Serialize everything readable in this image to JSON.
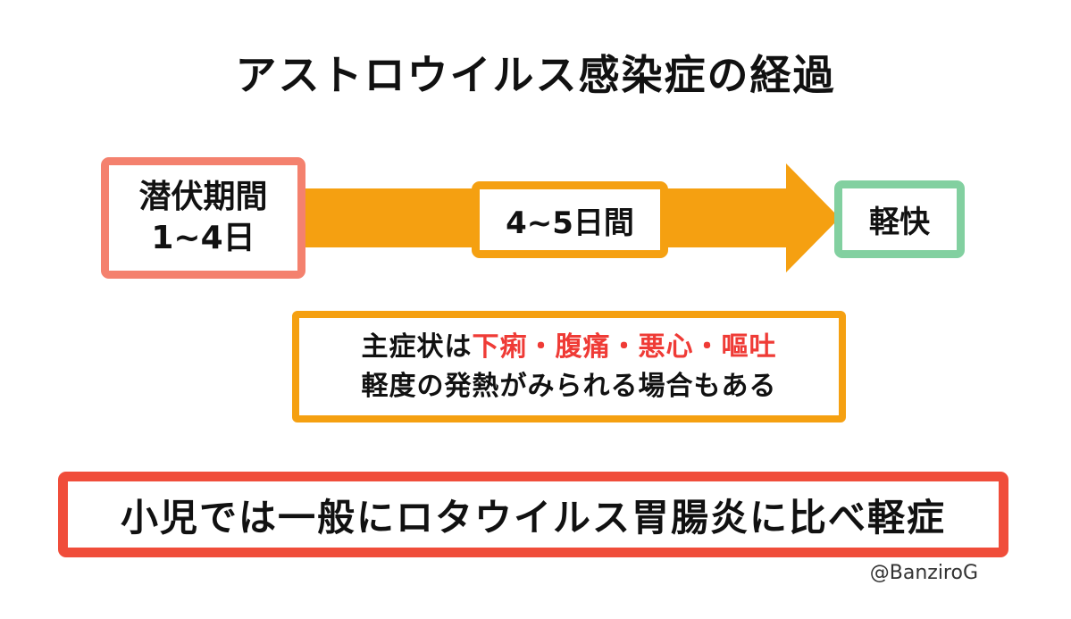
{
  "title": "アストロウイルス感染症の経過",
  "timeline": {
    "incubation_line1": "潜伏期間",
    "incubation_line2": "1~4日",
    "period": "4~5日間",
    "recovery": "軽快"
  },
  "symptoms": {
    "prefix": "主症状は",
    "main": "下痢・腹痛・悪心・嘔吐",
    "line2": "軽度の発熱がみられる場合もある"
  },
  "note": "小児では一般にロタウイルス胃腸炎に比べ軽症",
  "credit": "@BanziroG",
  "colors": {
    "incubation_border": "#f4816e",
    "arrow": "#f5a011",
    "recovery_border": "#82d0a0",
    "note_border": "#f04d3a",
    "highlight_text": "#ef3b36"
  }
}
